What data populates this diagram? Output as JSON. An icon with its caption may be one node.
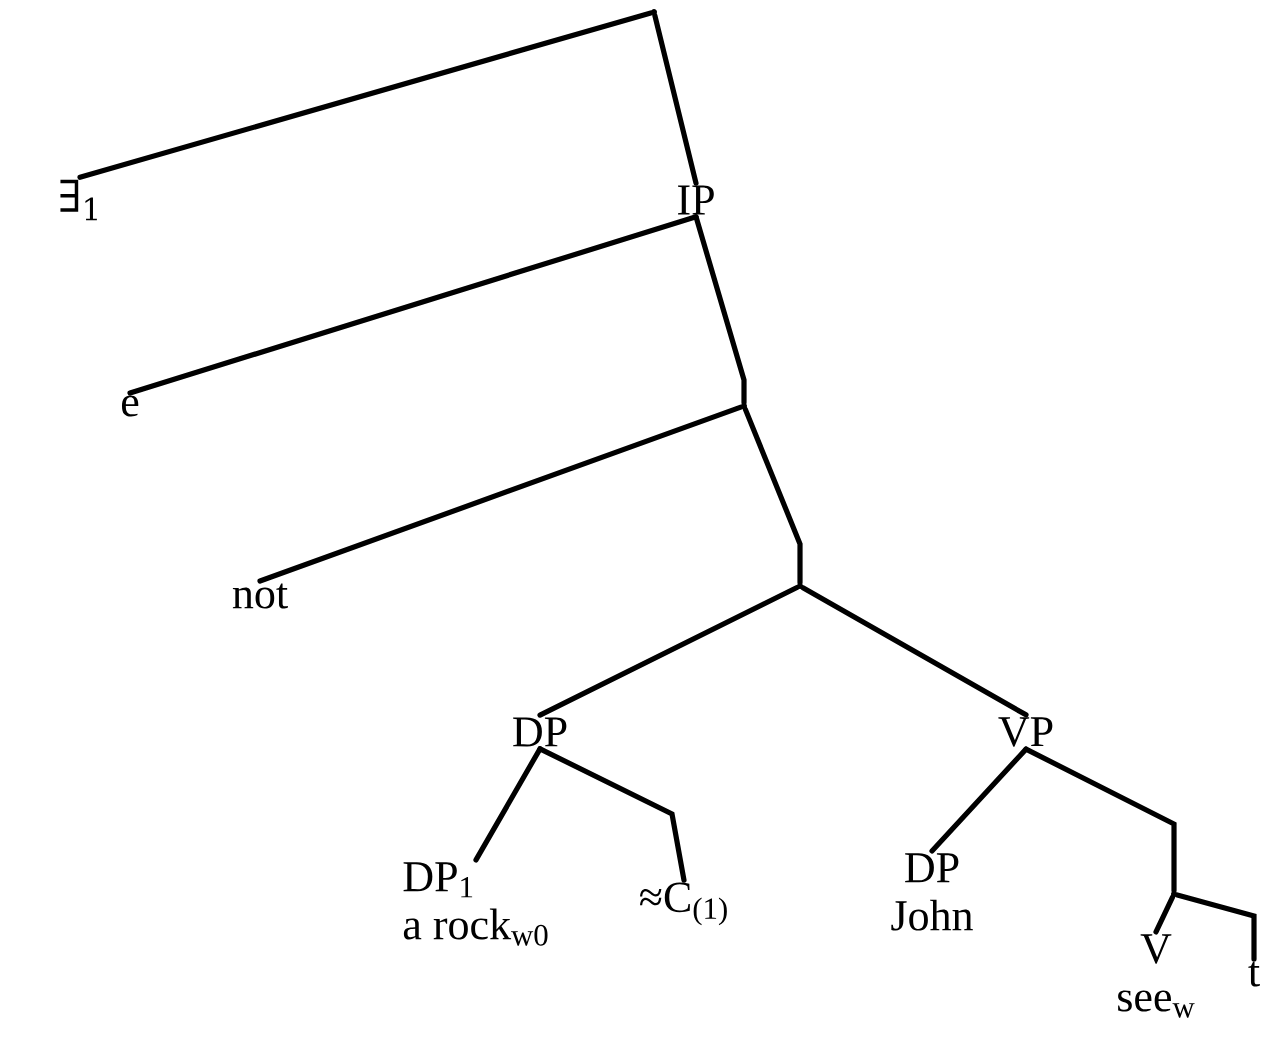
{
  "diagram": {
    "nodes": [
      {
        "text": [],
        "shape": "point"
      },
      {
        "text": [
          "∃$_{1}$"
        ]
      },
      {
        "text": [
          "IP"
        ]
      },
      {
        "text": [
          "e"
        ]
      },
      {
        "text": [],
        "shape": "point"
      },
      {
        "text": [
          "not"
        ]
      },
      {
        "text": [],
        "shape": "point"
      },
      {
        "text": [
          "DP"
        ]
      },
      {
        "text": [
          "VP"
        ]
      },
      {
        "text": [
          "DP$_{1}$",
          "a rock$_{w0}$"
        ]
      },
      {
        "text": [
          "≈C$_{(1)}$"
        ]
      },
      {
        "text": [
          "DP",
          "John"
        ]
      },
      {
        "text": [],
        "shape": "point"
      },
      {
        "text": [
          "V",
          "see$_{w}$"
        ]
      },
      {
        "text": [
          "t"
        ]
      }
    ],
    "edges": [
      {
        "from": 0,
        "to": 1,
        "arrow": "none"
      },
      {
        "from": 0,
        "to": 2,
        "arrow": "none"
      },
      {
        "from": 2,
        "to": 3,
        "arrow": "none"
      },
      {
        "from": 2,
        "to": 4,
        "arrow": "none"
      },
      {
        "from": 4,
        "to": 5,
        "arrow": "none"
      },
      {
        "from": 4,
        "to": 6,
        "arrow": "none"
      },
      {
        "from": 6,
        "to": 7,
        "arrow": "none"
      },
      {
        "from": 6,
        "to": 8,
        "arrow": "none"
      },
      {
        "from": 7,
        "to": 9,
        "arrow": "none"
      },
      {
        "from": 7,
        "to": 10,
        "arrow": "none"
      },
      {
        "from": 8,
        "to": 11,
        "arrow": "none"
      },
      {
        "from": 8,
        "to": 12,
        "arrow": "none"
      },
      {
        "from": 12,
        "to": 13,
        "arrow": "none"
      },
      {
        "from": 12,
        "to": 14,
        "arrow": "none"
      }
    ]
  }
}
